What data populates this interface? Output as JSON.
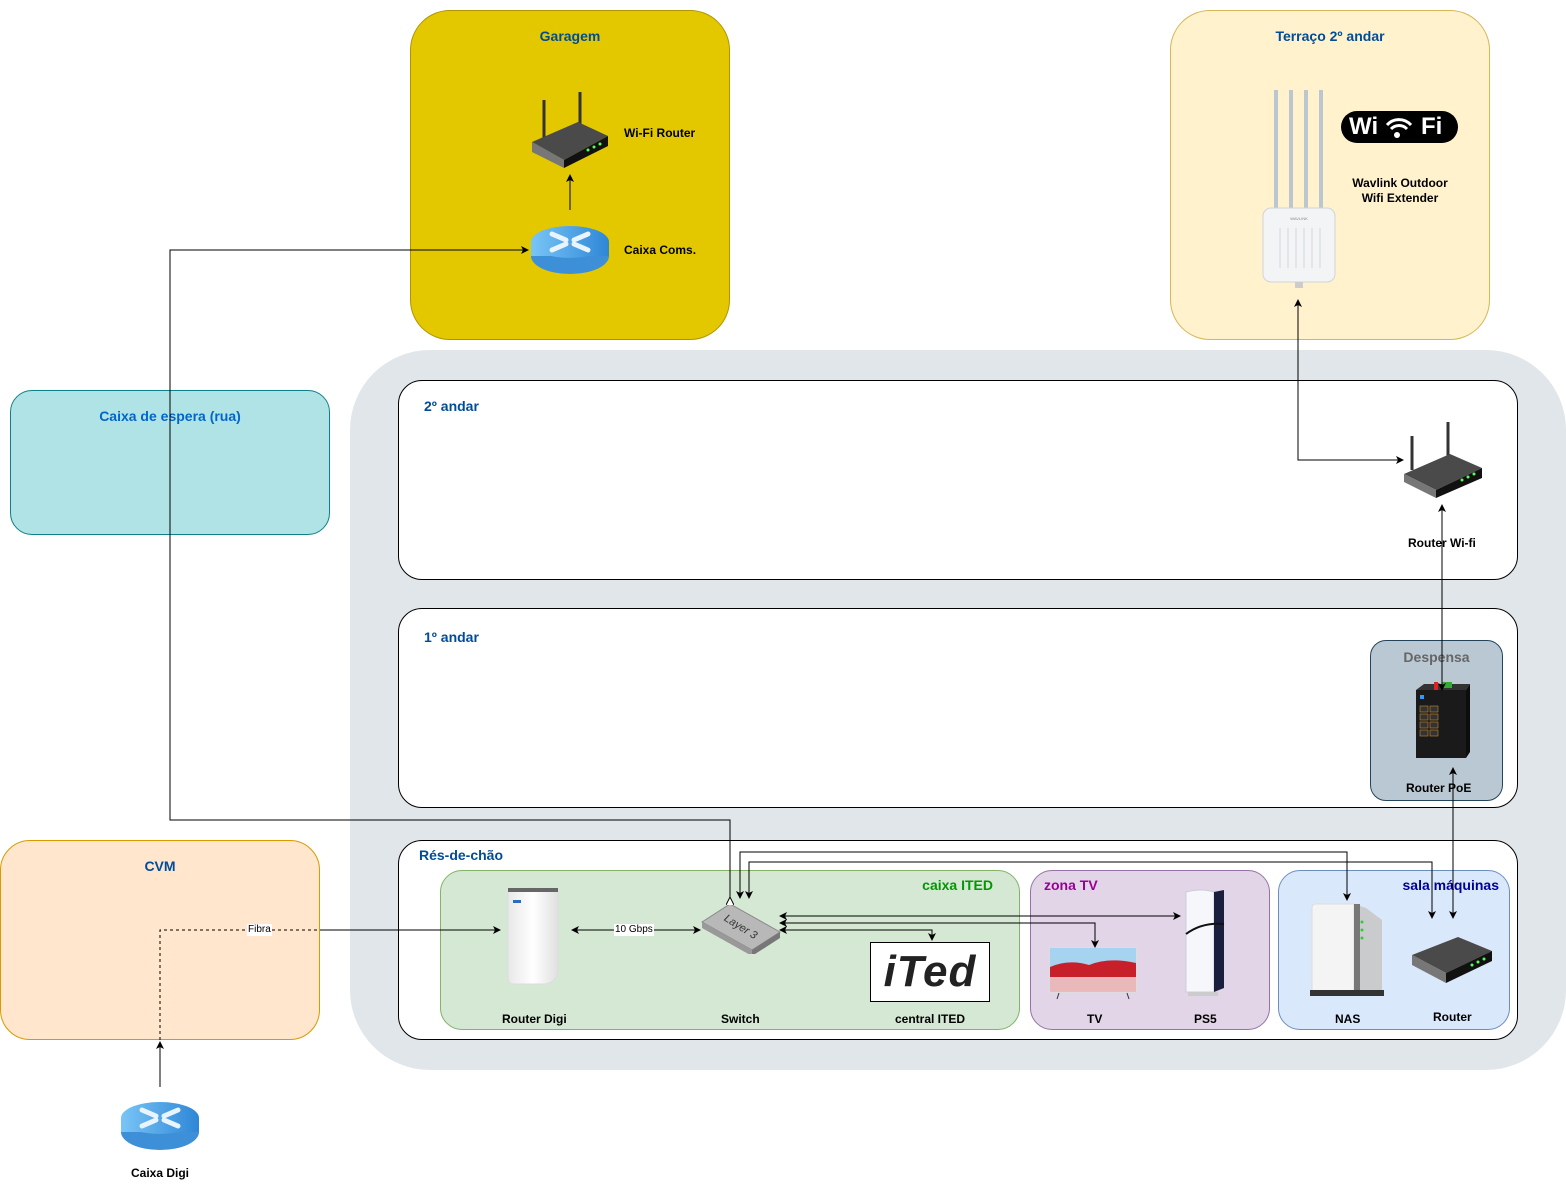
{
  "zones": {
    "garagem": {
      "title": "Garagem",
      "color": "#e3c800"
    },
    "terraco": {
      "title": "Terraço 2º andar",
      "color": "#fff2cc"
    },
    "caixa_espera": {
      "title": "Caixa de espera (rua)",
      "color": "#b0e3e6"
    },
    "cvm": {
      "title": "CVM",
      "color": "#ffe6cc"
    },
    "building": {
      "color": "#e1e6ea"
    },
    "andar2": {
      "title": "2º andar"
    },
    "andar1": {
      "title": "1º andar"
    },
    "despensa": {
      "title": "Despensa",
      "color": "#bac8d3"
    },
    "res_chao": {
      "title": "Rés-de-chão"
    },
    "caixa_ited": {
      "title": "caixa ITED",
      "color": "#d5e8d4"
    },
    "zona_tv": {
      "title": "zona TV",
      "color": "#e1d5e7"
    },
    "sala_maquinas": {
      "title": "sala máquinas",
      "color": "#dae8fc"
    }
  },
  "devices": {
    "wifi_router_garagem": "Wi-Fi Router",
    "caixa_coms": "Caixa Coms.",
    "wavlink": "Wavlink Outdoor\nWifi Extender",
    "wifi_logo_left": "Wi",
    "wifi_logo_right": "Fi",
    "wavlink_brand": "WAVLINK",
    "router_wifi": "Router Wi-fi",
    "router_poe": "Router PoE",
    "router_digi": "Router Digi",
    "switch": "Switch",
    "switch_face": "Layer 3",
    "central_ited": "central ITED",
    "ited_logo": "iTed",
    "tv": "TV",
    "ps5": "PS5",
    "nas": "NAS",
    "router": "Router",
    "caixa_digi": "Caixa Digi"
  },
  "links": {
    "fibra": "Fibra",
    "gbps": "10 Gbps"
  }
}
